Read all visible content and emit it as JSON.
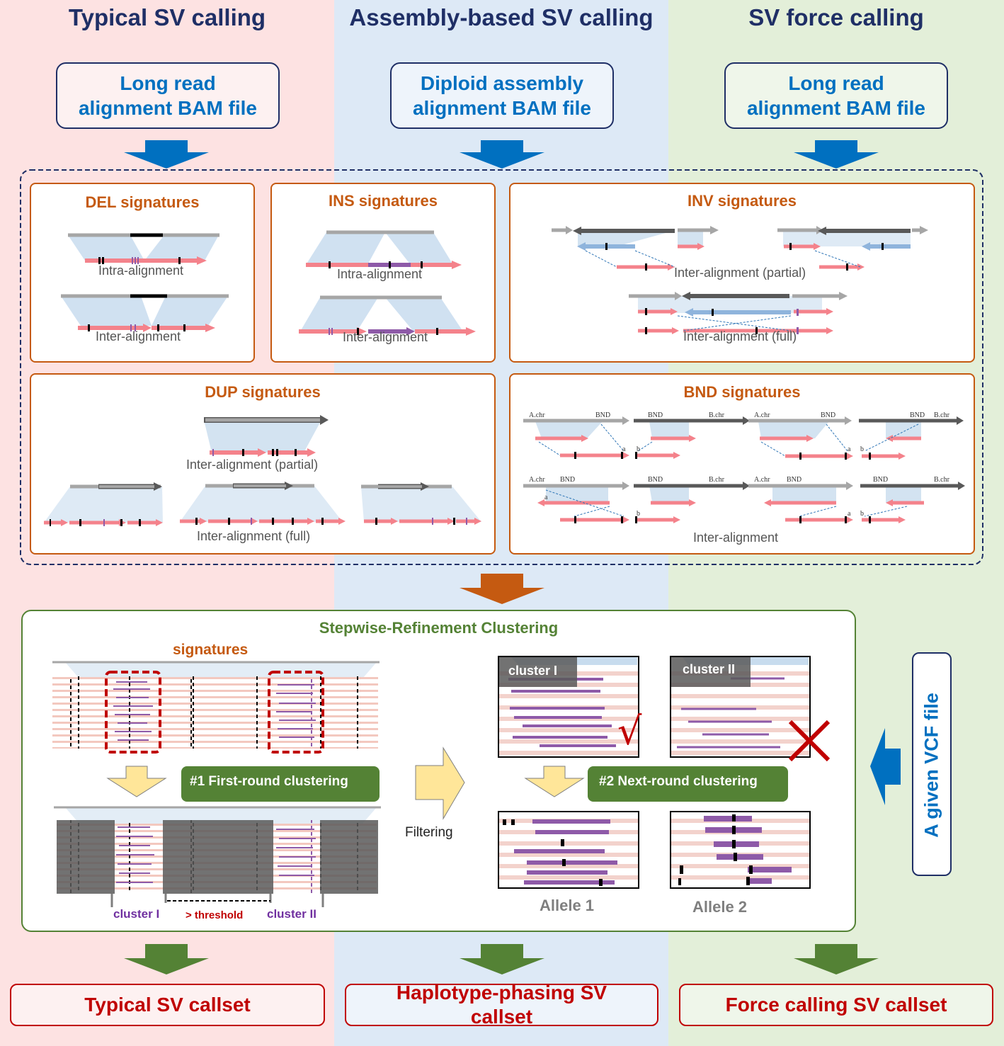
{
  "columns": [
    {
      "title": "Typical SV calling",
      "input_lines": [
        "Long read",
        "alignment BAM file"
      ],
      "output": "Typical SV callset"
    },
    {
      "title": "Assembly-based SV calling",
      "input_lines": [
        "Diploid assembly",
        "alignment BAM file"
      ],
      "output": "Haplotype-phasing SV callset"
    },
    {
      "title": "SV force calling",
      "input_lines": [
        "Long read",
        "alignment BAM file"
      ],
      "output": "Force calling SV callset"
    }
  ],
  "signature_panels": {
    "del": {
      "title": "DEL signatures",
      "labels": [
        "Intra-alignment",
        "Inter-alignment"
      ]
    },
    "ins": {
      "title": "INS signatures",
      "labels": [
        "Intra-alignment",
        "Inter-alignment"
      ]
    },
    "inv": {
      "title": "INV signatures",
      "labels": [
        "Inter-alignment (partial)",
        "Inter-alignment (full)"
      ]
    },
    "dup": {
      "title": "DUP signatures",
      "labels": [
        "Inter-alignment (partial)",
        "Inter-alignment (full)"
      ]
    },
    "bnd": {
      "title": "BND signatures",
      "labels": [
        "Inter-alignment"
      ],
      "small_labels": [
        "A.chr",
        "BND",
        "B.chr",
        "a",
        "b"
      ]
    }
  },
  "clustering": {
    "title": "Stepwise-Refinement Clustering",
    "signatures_label": "signatures",
    "step1": "#1 First-round clustering",
    "step2": "#2 Next-round clustering",
    "filtering": "Filtering",
    "cluster1": "cluster I",
    "cluster2": "cluster II",
    "threshold": "> threshold",
    "allele1": "Allele 1",
    "allele2": "Allele 2",
    "check_mark": "√",
    "cross_mark": "✕"
  },
  "vcf_label": "A given VCF file",
  "colors": {
    "col1_bg": "#fde2e2",
    "col2_bg": "#dde9f6",
    "col3_bg": "#e3efd9",
    "title": "#1f2f66",
    "input_text": "#0070c0",
    "panel_border": "#c55a11",
    "cluster_border": "#548235",
    "output": "#c00000",
    "read": "#f4828b",
    "insert": "#8e5aa8"
  },
  "icons": [
    "blue-down-arrow",
    "orange-down-arrow",
    "green-down-arrow",
    "yellow-down-arrow",
    "yellow-right-arrow",
    "blue-left-arrow"
  ]
}
